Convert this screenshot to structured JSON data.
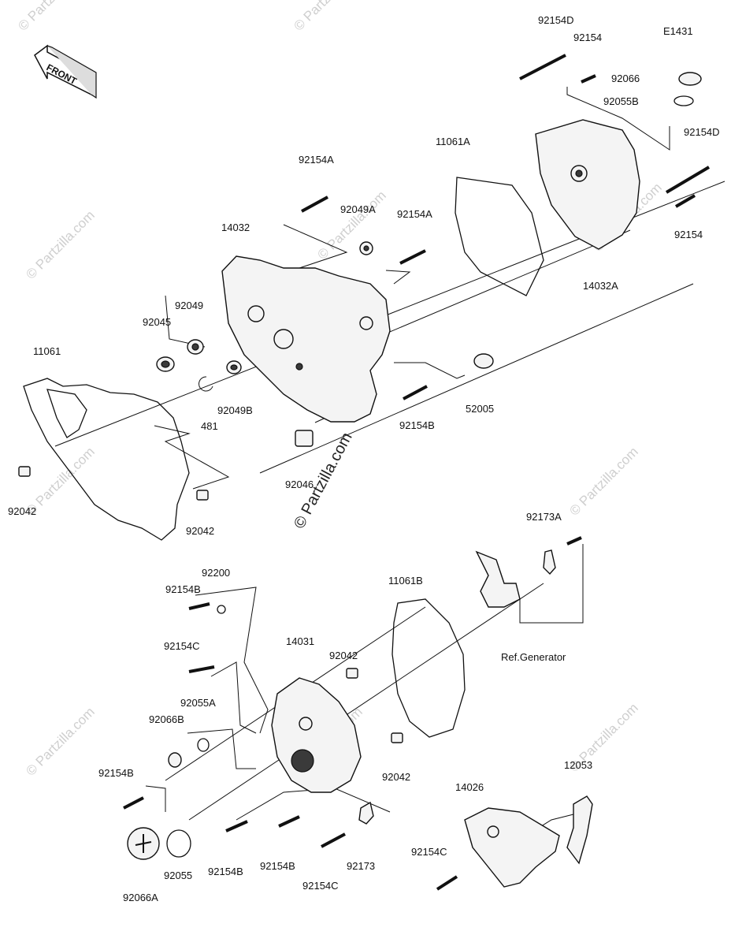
{
  "diagram": {
    "code": "E1431",
    "front_label": "FRONT",
    "watermark": "© Partzilla.com",
    "ref_generator": "Ref.Generator",
    "labels": [
      "92154D",
      "92154",
      "92066",
      "92055B",
      "92154D",
      "92154",
      "14032A",
      "11061A",
      "92154A",
      "92049A",
      "92154A",
      "14032",
      "92049",
      "92045",
      "11061",
      "481",
      "92049B",
      "92042",
      "92042",
      "92046",
      "52005",
      "92154B",
      "92173A",
      "92200",
      "92154B",
      "11061B",
      "92154C",
      "14031",
      "92042",
      "92055A",
      "92066B",
      "92042",
      "92154B",
      "12053",
      "14026",
      "92154C",
      "92055",
      "92154B",
      "92154B",
      "92173",
      "92154C",
      "92066A"
    ]
  },
  "colors": {
    "line": "#111111",
    "watermark": "#cfcfcf",
    "part_fill": "#f4f4f4",
    "part_dark": "#3a3a3a"
  }
}
